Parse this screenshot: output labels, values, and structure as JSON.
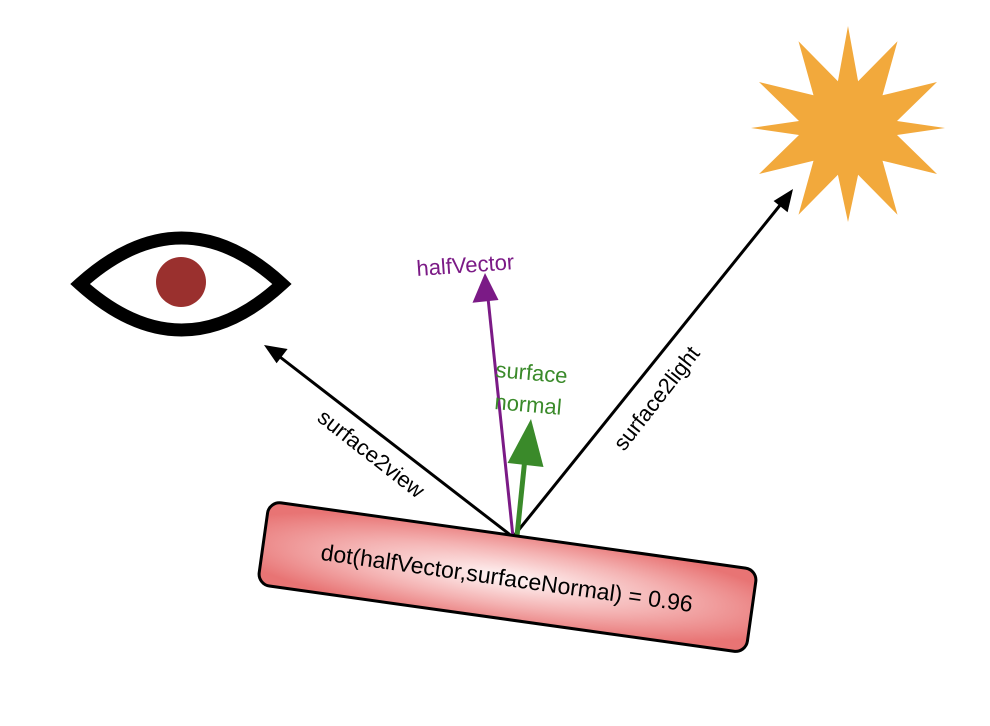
{
  "labels": {
    "half_vector": "halfVector",
    "surface_normal_line1": "surface",
    "surface_normal_line2": "normal",
    "surface2light": "surface2light",
    "surface2view": "surface2view",
    "dot_formula": "dot(halfVector,surfaceNormal) = 0.96"
  },
  "icons": {
    "eye": "eye-icon",
    "sun": "sun-icon"
  },
  "colors": {
    "half_vector": "#7b1a86",
    "surface_normal": "#3a8a2a",
    "arrows": "#000000",
    "sun": "#f2a93c",
    "pupil": "#9a302e",
    "surface_fill_edge": "#e87878",
    "surface_fill_center": "#fff4f4"
  }
}
